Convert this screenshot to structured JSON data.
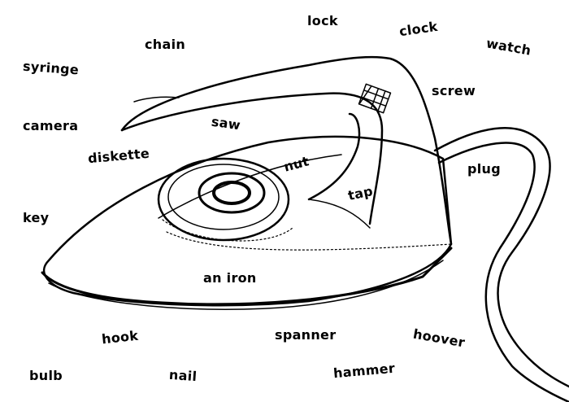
{
  "words": {
    "lock": "lock",
    "clock": "clock",
    "watch": "watch",
    "chain": "chain",
    "syringe": "syringe",
    "screw": "screw",
    "camera": "camera",
    "saw": "saw",
    "diskette": "diskette",
    "nut": "nut",
    "plug": "plug",
    "tap": "tap",
    "key": "key",
    "an_iron": "an iron",
    "hook": "hook",
    "spanner": "spanner",
    "hoover": "hoover",
    "bulb": "bulb",
    "nail": "nail",
    "hammer": "hammer"
  }
}
